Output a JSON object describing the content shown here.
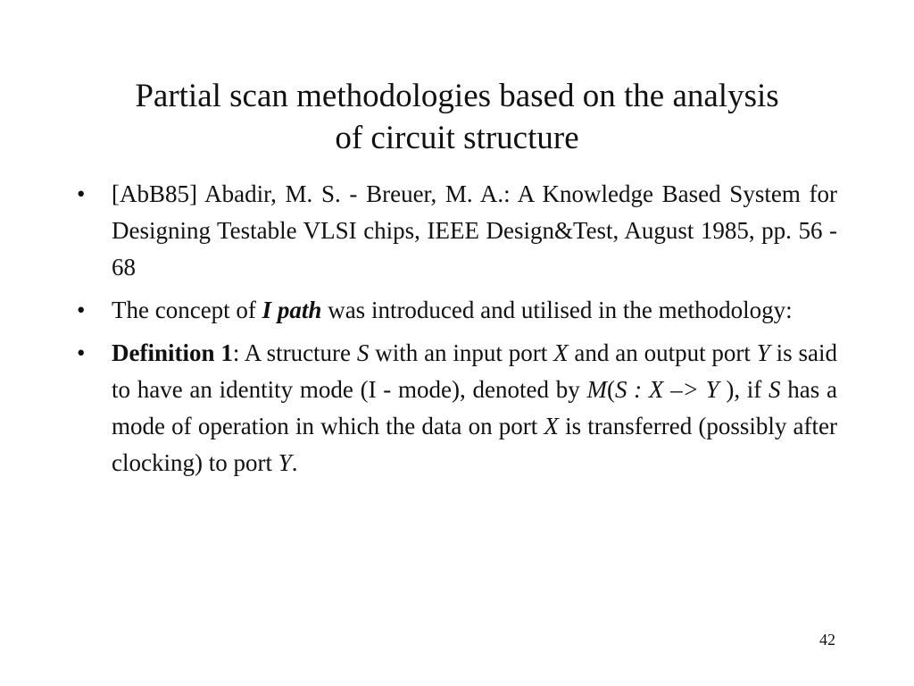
{
  "slide": {
    "title_line1": "Partial scan methodologies based on the analysis",
    "title_line2": "of circuit structure",
    "bullet_symbol": "•",
    "bullet1": {
      "text": "[AbB85] Abadir, M. S. - Breuer, M. A.: A Knowledge Based System for  Designing Testable VLSI chips, IEEE Design&Test, August 1985, pp. 56 - 68"
    },
    "bullet2": {
      "pre": "The concept of ",
      "em": "I path",
      "post": " was introduced and utilised in the methodology:"
    },
    "bullet3": {
      "label": "Definition 1",
      "t1": ": A structure ",
      "S": "S",
      "t2": " with an input port ",
      "X": "X",
      "t3": " and an output port ",
      "Y": "Y",
      "t4": " is said to have an identity mode (I - mode), denoted by ",
      "M": "M",
      "t5": "(",
      "S2": "S : X –> Y",
      "t6": " ), if ",
      "S3": "S",
      "t7": " has a mode of operation in which the data on port ",
      "X2": "X",
      "t8": " is transferred (possibly after clocking) to port ",
      "Y2": "Y",
      "t9": "."
    },
    "page_number": "42"
  }
}
